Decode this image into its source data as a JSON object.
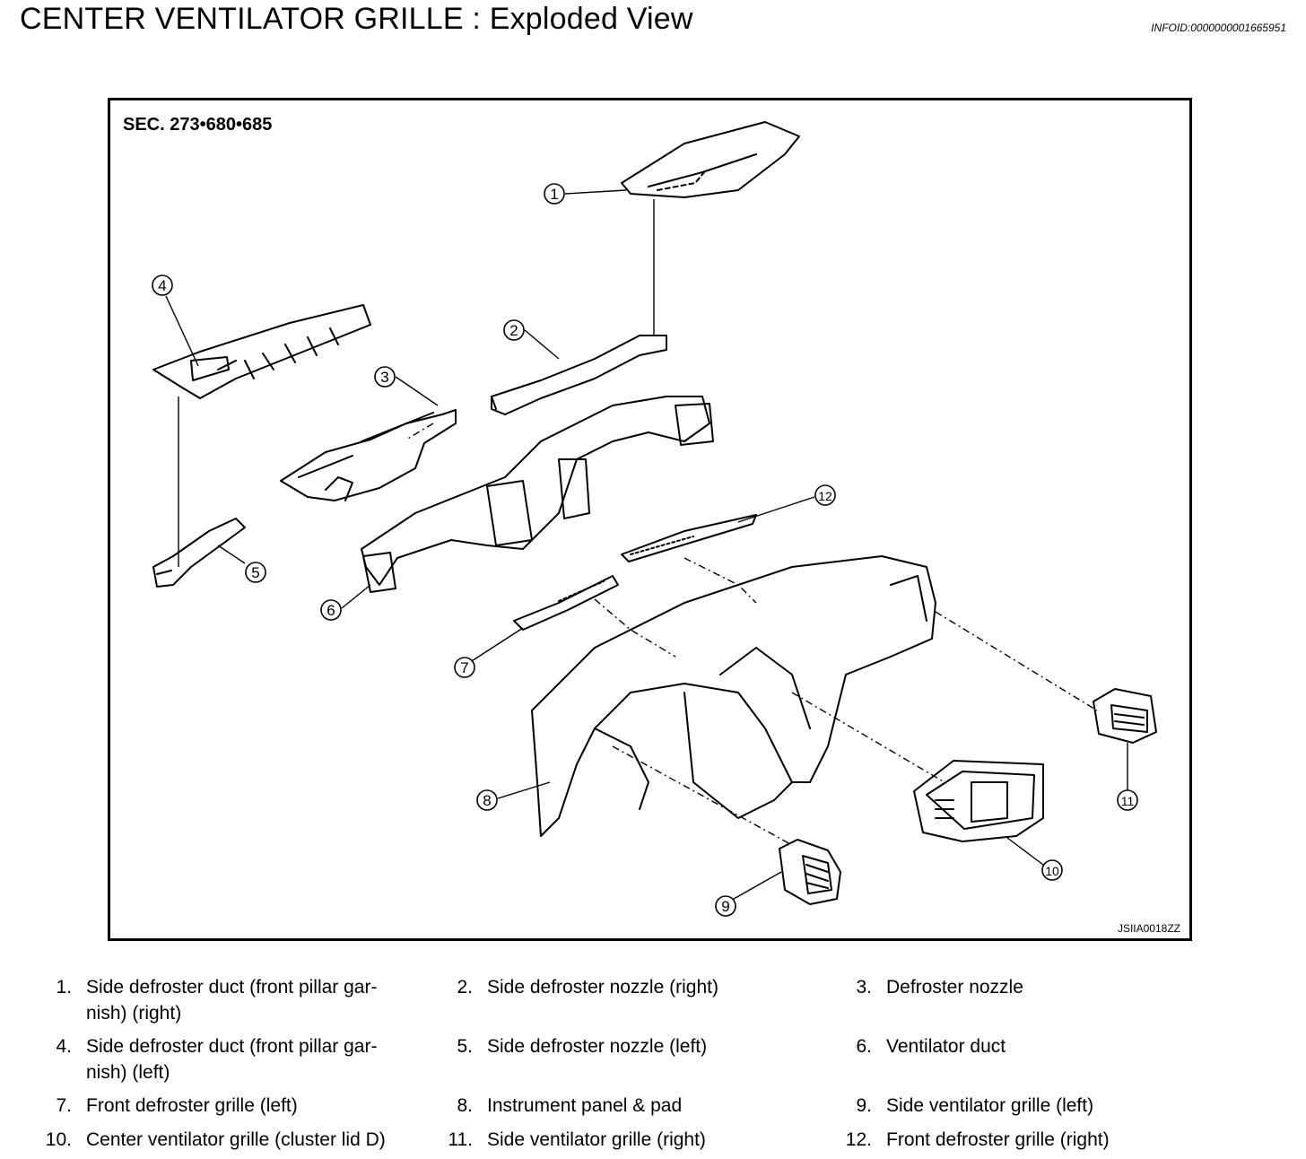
{
  "header": {
    "title": "CENTER VENTILATOR GRILLE : Exploded View",
    "infoid": "INFOID:0000000001665951"
  },
  "figure": {
    "section": "SEC. 273•680•685",
    "code": "JSIIA0018ZZ",
    "callouts": [
      "1",
      "2",
      "3",
      "4",
      "5",
      "6",
      "7",
      "8",
      "9",
      "10",
      "11",
      "12"
    ]
  },
  "legend": [
    {
      "num": "1.",
      "lines": [
        "Side defroster duct (front pillar gar-",
        "nish) (right)"
      ]
    },
    {
      "num": "2.",
      "lines": [
        "Side defroster nozzle (right)"
      ]
    },
    {
      "num": "3.",
      "lines": [
        "Defroster nozzle"
      ]
    },
    {
      "num": "4.",
      "lines": [
        "Side defroster duct (front pillar gar-",
        "nish) (left)"
      ]
    },
    {
      "num": "5.",
      "lines": [
        "Side defroster nozzle (left)"
      ]
    },
    {
      "num": "6.",
      "lines": [
        "Ventilator duct"
      ]
    },
    {
      "num": "7.",
      "lines": [
        "Front defroster grille (left)"
      ]
    },
    {
      "num": "8.",
      "lines": [
        "Instrument panel & pad"
      ]
    },
    {
      "num": "9.",
      "lines": [
        "Side ventilator grille (left)"
      ]
    },
    {
      "num": "10.",
      "lines": [
        "Center ventilator grille (cluster lid D)"
      ]
    },
    {
      "num": "11.",
      "lines": [
        "Side ventilator grille (right)"
      ]
    },
    {
      "num": "12.",
      "lines": [
        "Front defroster grille (right)"
      ]
    }
  ]
}
